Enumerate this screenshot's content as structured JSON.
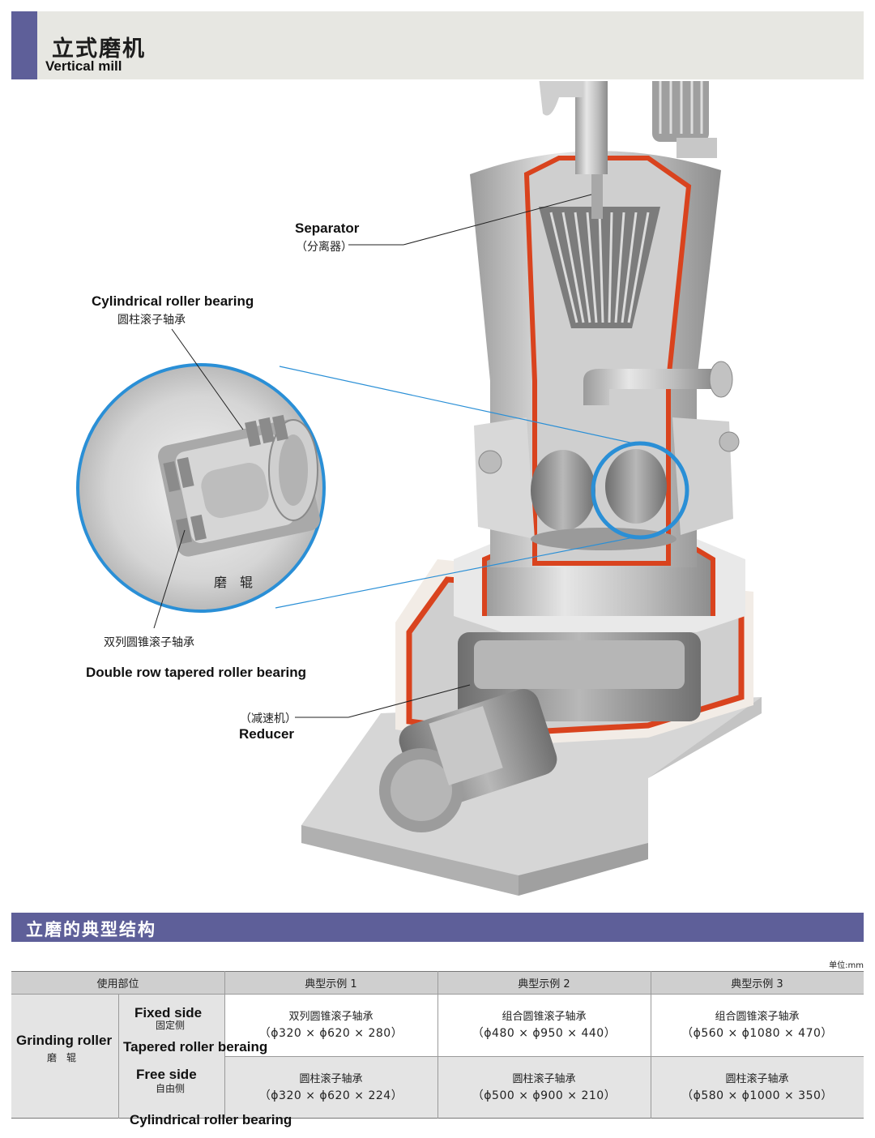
{
  "header": {
    "title_zh": "立式磨机",
    "title_en": "Vertical mill"
  },
  "labels": {
    "separator": {
      "en": "Separator",
      "zh": "（分离器）"
    },
    "cyl_bearing": {
      "en": "Cylindrical roller bearing",
      "zh": "圆柱滚子轴承"
    },
    "grinding_roller_zh": "磨　辊",
    "double_row": {
      "zh": "双列圆锥滚子轴承",
      "en": "Double row tapered roller bearing"
    },
    "reducer": {
      "zh": "（减速机）",
      "en": "Reducer"
    }
  },
  "section": {
    "title": "立磨的典型结构",
    "unit": "单位:mm"
  },
  "table": {
    "headers": [
      "使用部位",
      "典型示例 1",
      "典型示例 2",
      "典型示例 3"
    ],
    "part": {
      "en": "Grinding roller",
      "zh": "磨　辊"
    },
    "rows": [
      {
        "side_en": "Fixed side",
        "side_zh": "固定侧",
        "type_en": "Tapered roller beraing",
        "cells": [
          {
            "name": "双列圆锥滚子轴承",
            "dim": "（ϕ320 × ϕ620 × 280）"
          },
          {
            "name": "组合圆锥滚子轴承",
            "dim": "（ϕ480 × ϕ950 × 440）"
          },
          {
            "name": "组合圆锥滚子轴承",
            "dim": "（ϕ560 × ϕ1080 × 470）"
          }
        ]
      },
      {
        "side_en": "Free side",
        "side_zh": "自由侧",
        "type_en": "Cylindrical roller bearing",
        "cells": [
          {
            "name": "圆柱滚子轴承",
            "dim": "（ϕ320 × ϕ620 × 224）"
          },
          {
            "name": "圆柱滚子轴承",
            "dim": "（ϕ500 × ϕ900 × 210）"
          },
          {
            "name": "圆柱滚子轴承",
            "dim": "（ϕ580 × ϕ1000 × 350）"
          }
        ]
      }
    ]
  },
  "colors": {
    "accent": "#5e5f99",
    "header_bg": "#e7e7e2",
    "cutaway_red": "#d9431e",
    "highlight_blue": "#2a8fd6"
  }
}
